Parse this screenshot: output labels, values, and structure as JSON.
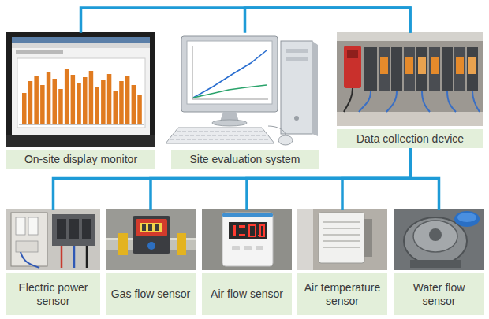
{
  "diagram": {
    "nodes": [
      {
        "text": [
          "On-site display monitor"
        ]
      },
      {
        "text": [
          "Site evaluation system"
        ]
      },
      {
        "text": [
          "Data collection device"
        ]
      },
      {
        "text": [
          "Electric power sensor"
        ]
      },
      {
        "text": [
          "Gas flow sensor"
        ]
      },
      {
        "text": [
          "Air flow sensor"
        ]
      },
      {
        "text": [
          "Air temperature sensor"
        ]
      },
      {
        "text": [
          "Water flow sensor"
        ]
      }
    ],
    "edges": [
      {
        "from": 2,
        "to": 0,
        "arrow": "none"
      },
      {
        "from": 2,
        "to": 1,
        "arrow": "none"
      },
      {
        "from": 2,
        "to": 3,
        "arrow": "none"
      },
      {
        "from": 2,
        "to": 4,
        "arrow": "none"
      },
      {
        "from": 2,
        "to": 5,
        "arrow": "none"
      },
      {
        "from": 2,
        "to": 6,
        "arrow": "none"
      },
      {
        "from": 2,
        "to": 7,
        "arrow": "none"
      }
    ]
  }
}
